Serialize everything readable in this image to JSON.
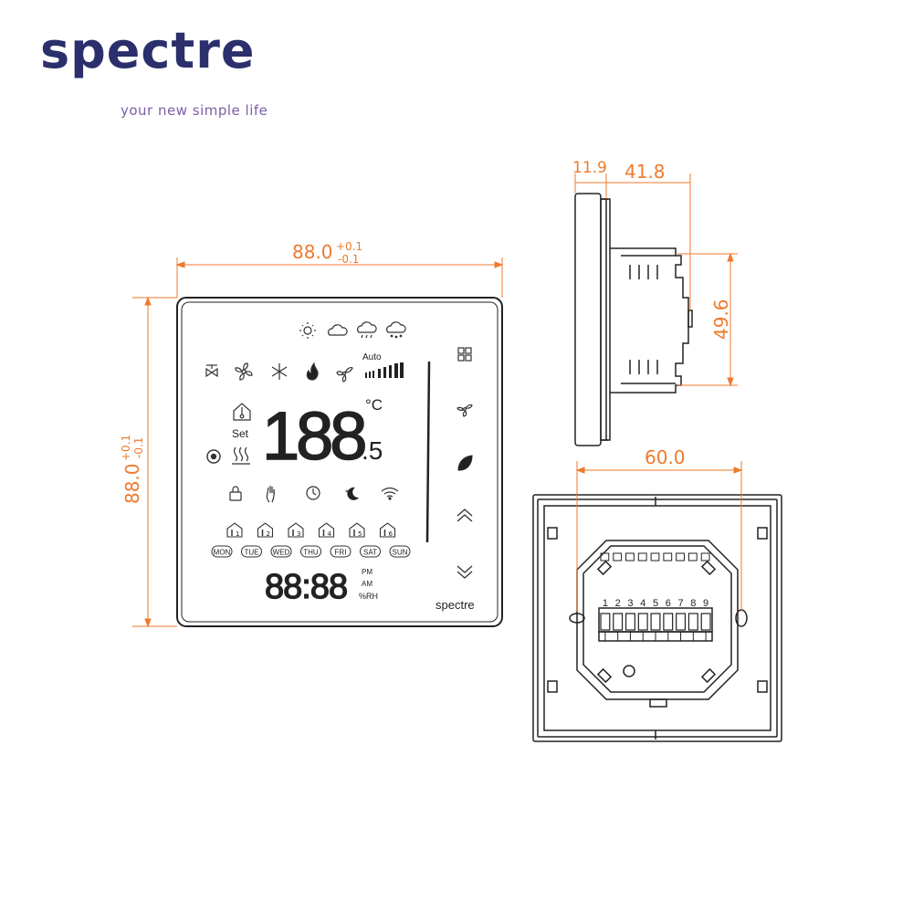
{
  "brand": {
    "name": "spectre",
    "tagline": "your new simple life",
    "color": "#2b2f6b",
    "tagline_color": "#7b5ea7"
  },
  "dimension_color": "#ef7a2e",
  "front_view": {
    "width_label": "88.0",
    "width_tol_plus": "+0.1",
    "width_tol_minus": "-0.1",
    "height_label": "88.0",
    "height_tol_plus": "+0.1",
    "height_tol_minus": "-0.1",
    "display": {
      "weather_icons": [
        "sun-icon",
        "cloud-icon",
        "rain-icon",
        "snow-icon"
      ],
      "mode_icons": [
        "valve-icon",
        "fan-icon",
        "snowflake-icon",
        "flame-icon",
        "fan-speed-icon"
      ],
      "auto_label": "Auto",
      "temp_digits": "188",
      "temp_decimal": ".5",
      "unit": "°C",
      "set_label": "Set",
      "status_icons": [
        "lock-icon",
        "hand-icon",
        "clock-icon",
        "moon-icon",
        "wifi-icon"
      ],
      "program_periods": [
        "1",
        "2",
        "3",
        "4",
        "5",
        "6"
      ],
      "days": [
        "MON",
        "TUE",
        "WED",
        "THU",
        "FRI",
        "SAT",
        "SUN"
      ],
      "clock_digits": "88:88",
      "pm": "PM",
      "am": "AM",
      "rh": "%RH",
      "logo": "spectre"
    },
    "buttons": [
      "menu-icon",
      "fan-icon",
      "leaf-icon",
      "chevron-up-icon",
      "chevron-down-icon"
    ]
  },
  "side_view": {
    "top_left": "11.9",
    "top_right": "41.8",
    "height": "49.6"
  },
  "back_view": {
    "width": "60.0",
    "terminals": [
      "1",
      "2",
      "3",
      "4",
      "5",
      "6",
      "7",
      "8",
      "9"
    ]
  }
}
